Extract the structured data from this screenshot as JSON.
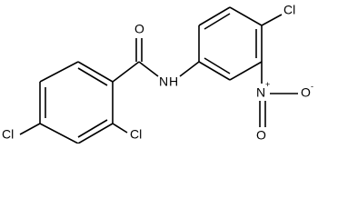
{
  "molecule": {
    "labels": {
      "carbonyl_oxygen": "O",
      "amide_nitrogen": "N",
      "amide_hydrogen": "H",
      "chlorine_ortho": "Cl",
      "chlorine_para": "Cl",
      "chlorine_right": "Cl",
      "nitro_nitrogen": "N",
      "nitro_plus": "+",
      "nitro_oxygen": "O",
      "nitro_minus": "-"
    }
  }
}
